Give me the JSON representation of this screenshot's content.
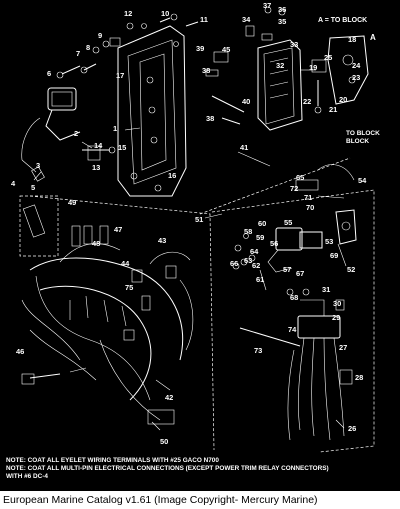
{
  "diagram": {
    "corner_label": "A = TO BLOCK",
    "callout_a": "A",
    "to_block_label": "TO BLOCK",
    "part_numbers": [
      "1",
      "2",
      "3",
      "4",
      "5",
      "6",
      "7",
      "8",
      "9",
      "10",
      "11",
      "12",
      "13",
      "14",
      "15",
      "16",
      "17",
      "18",
      "19",
      "20",
      "21",
      "22",
      "23",
      "24",
      "25",
      "26",
      "27",
      "28",
      "29",
      "30",
      "31",
      "32",
      "33",
      "34",
      "35",
      "36",
      "37",
      "38",
      "39",
      "40",
      "41",
      "42",
      "43",
      "44",
      "45",
      "46",
      "47",
      "48",
      "49",
      "50",
      "51",
      "52",
      "53",
      "54",
      "55",
      "56",
      "57",
      "58",
      "59",
      "60",
      "61",
      "62",
      "63",
      "64",
      "65",
      "66",
      "67",
      "68",
      "69",
      "70",
      "71",
      "72",
      "73",
      "74",
      "75"
    ]
  },
  "notes": [
    "NOTE: COAT ALL EYELET WIRING TERMINALS WITH #25 GACO N700",
    "NOTE: COAT ALL MULTI-PIN ELECTRICAL CONNECTIONS (EXCEPT POWER TRIM RELAY CONNECTORS)",
    "WITH #6 DC-4"
  ],
  "caption": "European Marine Catalog v1.61 (Image Copyright- Mercury Marine)"
}
